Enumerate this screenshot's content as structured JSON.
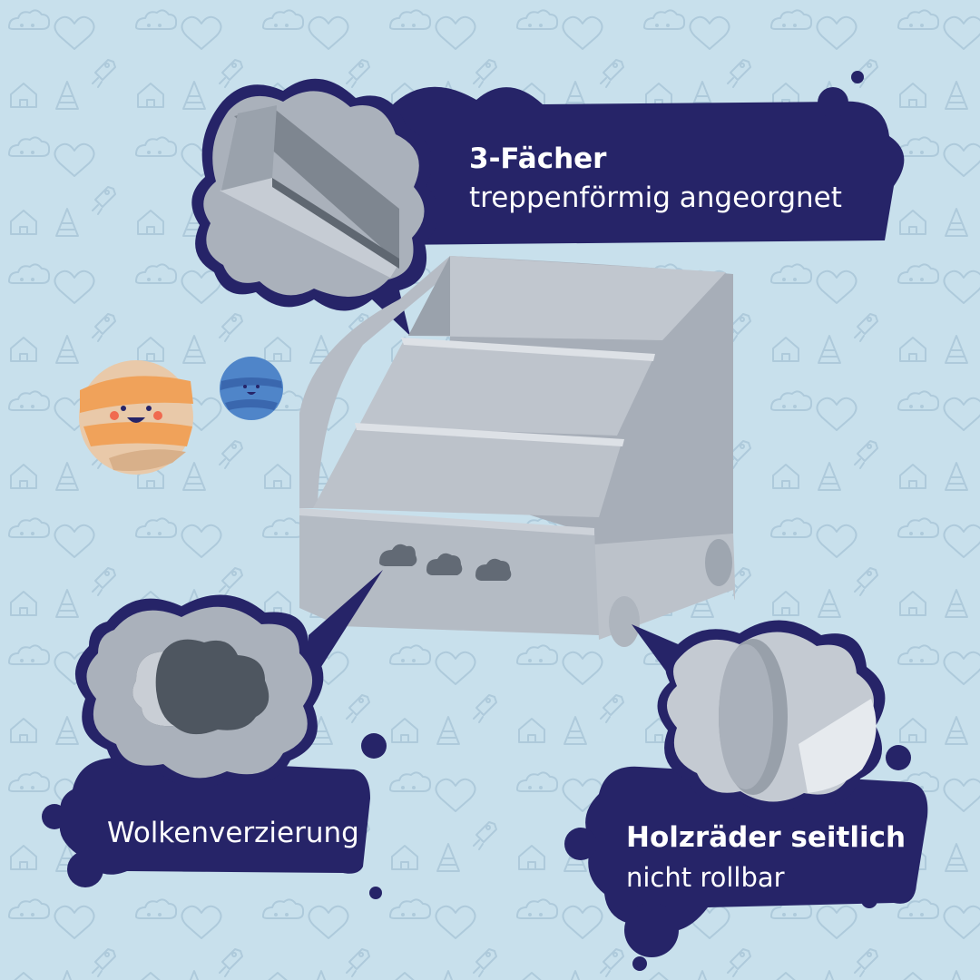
{
  "background": {
    "color": "#c8e0ec",
    "pattern_color": "#a9c8da"
  },
  "colors": {
    "navy": "#262468",
    "shelf_gray": "#aab1bb",
    "shelf_light": "#c3c9d1",
    "shelf_dark": "#8a929d",
    "orange_planet": "#f0a25a",
    "blue_planet": "#4f85c9"
  },
  "callouts": {
    "compartments": {
      "title": "3-Fächer",
      "subtitle": "treppenförmig angeorgnet",
      "icon": "shelf-compartment-detail"
    },
    "clouds": {
      "title": "Wolkenverzierung",
      "icon": "cloud-cutout-detail"
    },
    "wheels": {
      "title": "Holzräder seitlich",
      "subtitle": "nicht rollbar",
      "icon": "wooden-wheel-detail"
    }
  },
  "decorations": {
    "planets": [
      "orange-planet-icon",
      "blue-planet-icon"
    ],
    "pattern_icons": [
      "cloud-icon",
      "heart-icon",
      "rocket-icon",
      "house-icon",
      "party-hat-icon"
    ]
  }
}
